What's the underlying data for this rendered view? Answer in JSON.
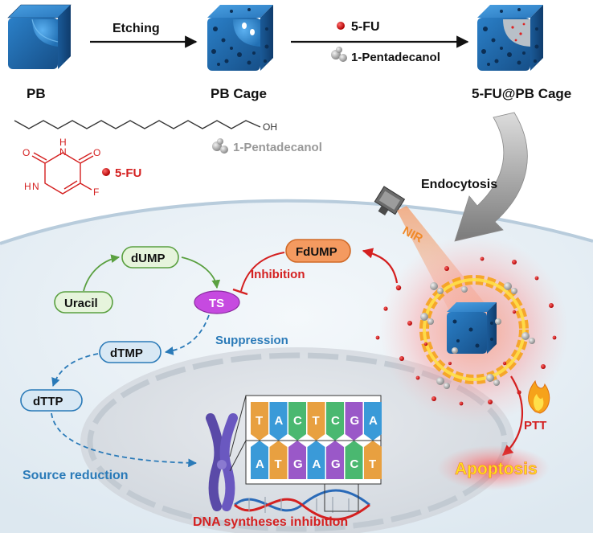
{
  "top": {
    "etching_label": "Etching",
    "drug_label": "5-FU",
    "alcohol_label": "1-Pentadecanol",
    "pb_label": "PB",
    "pb_cage_label": "PB Cage",
    "loaded_cage_label": "5-FU@PB Cage"
  },
  "legend": {
    "oh_label": "OH",
    "pentadecanol_label": "1-Pentadecanol",
    "fu_label": "5-FU",
    "atom_h1": "H",
    "atom_h2": "H",
    "atom_n1": "N",
    "atom_n2": "N",
    "atom_o1": "O",
    "atom_o2": "O",
    "atom_f": "F"
  },
  "cell": {
    "endocytosis_label": "Endocytosis",
    "nir_label": "NIR",
    "ptt_label": "PTT",
    "apoptosis_label": "Apoptosis"
  },
  "pathway": {
    "dump": "dUMP",
    "uracil": "Uracil",
    "ts": "TS",
    "fdump": "FdUMP",
    "inhibition": "Inhibition",
    "suppression": "Suppression",
    "dtmp": "dTMP",
    "dttp": "dTTP",
    "source_reduction": "Source reduction"
  },
  "dna": {
    "top_bases": [
      "T",
      "A",
      "C",
      "T",
      "C",
      "G",
      "A"
    ],
    "bottom_bases": [
      "A",
      "T",
      "G",
      "A",
      "G",
      "C",
      "T"
    ],
    "caption": "DNA syntheses inhibition"
  },
  "colors": {
    "cube": "#1f6bb0",
    "red": "#d42020",
    "blue_dash": "#2a7ab8",
    "orange": "#f08a2a",
    "green": "#5aa040",
    "purple": "#c040d8",
    "apoptosis_text": "#ffe21a"
  }
}
